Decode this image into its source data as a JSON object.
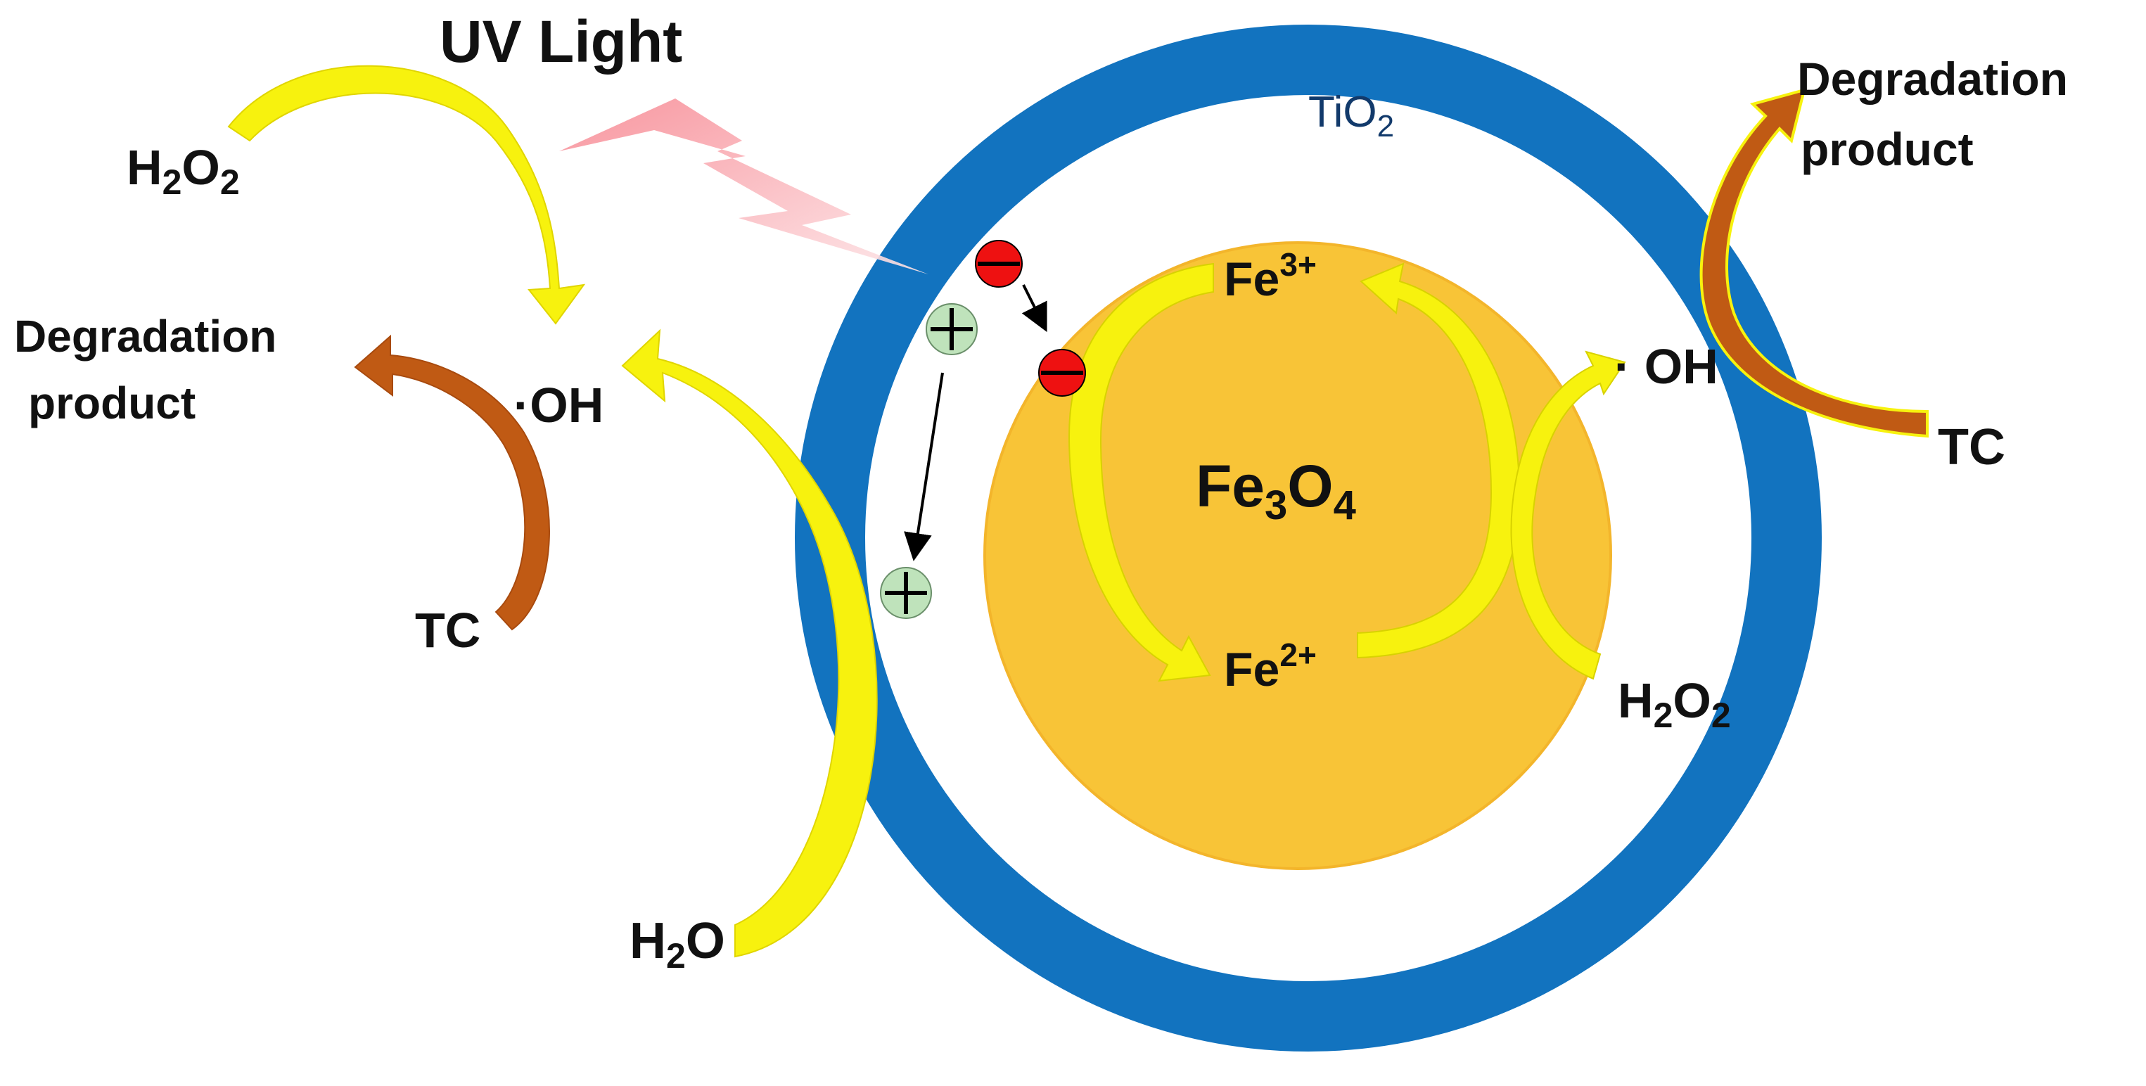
{
  "title": "UV Light",
  "colors": {
    "shell": "#1273bf",
    "core": "#f8c437",
    "arrow_yellow": "#f7f20e",
    "arrow_brown": "#c05a14",
    "electron": "#ee1111",
    "hole": "#bfe3bb",
    "light": "#f7a0a7"
  },
  "labels": {
    "h2o2_top_left": "H2O2",
    "degradation_left": [
      "Degradation",
      "product"
    ],
    "oh_left": "·OH",
    "tc_left": "TC",
    "h2o": "H2O",
    "tio2": "TiO2",
    "degradation_right": [
      "Degradation",
      "product"
    ],
    "oh_right": "· OH",
    "tc_right": "TC",
    "fe3": "Fe3+",
    "fe2": "Fe2+",
    "fe3o4": "Fe3O4",
    "h2o2_right": "H2O2"
  }
}
